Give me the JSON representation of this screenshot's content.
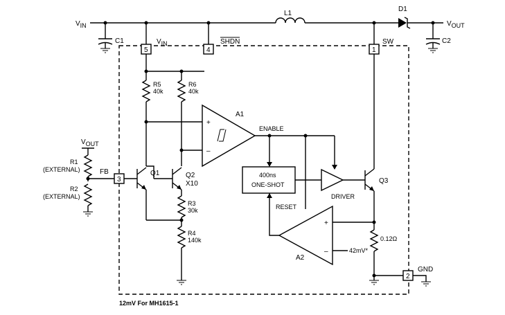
{
  "labels": {
    "vin_main": "V",
    "vin_main_sub": "IN",
    "vin_pin": "V",
    "vin_pin_sub": "IN",
    "vout_top": "V",
    "vout_top_sub": "OUT",
    "vout_left": "V",
    "vout_left_sub": "OUT",
    "l1": "L1",
    "d1": "D1",
    "c1": "C1",
    "c2": "C2",
    "shdn": "SHDN",
    "sw": "SW",
    "fb": "FB",
    "gnd": "GND",
    "pin5": "5",
    "pin4": "4",
    "pin1": "1",
    "pin3": "3",
    "pin2": "2",
    "r5_name": "R5",
    "r5_val": "40k",
    "r6_name": "R6",
    "r6_val": "40k",
    "r1_name": "R1",
    "r1_desc": "(EXTERNAL)",
    "r2_name": "R2",
    "r2_desc": "(EXTERNAL)",
    "q1": "Q1",
    "q2": "Q2",
    "q2_mult": "X10",
    "r3_name": "R3",
    "r3_val": "30k",
    "r4_name": "R4",
    "r4_val": "140k",
    "a1": "A1",
    "a2": "A2",
    "enable": "ENABLE",
    "oneshot_line1": "400ns",
    "oneshot_line2": "ONE-SHOT",
    "driver": "DRIVER",
    "q3": "Q3",
    "reset": "RESET",
    "rsense": "0.12Ω",
    "ref_mv": "42mV*",
    "plus": "+",
    "minus": "–",
    "footnote": "12mV For MH1615-1"
  }
}
